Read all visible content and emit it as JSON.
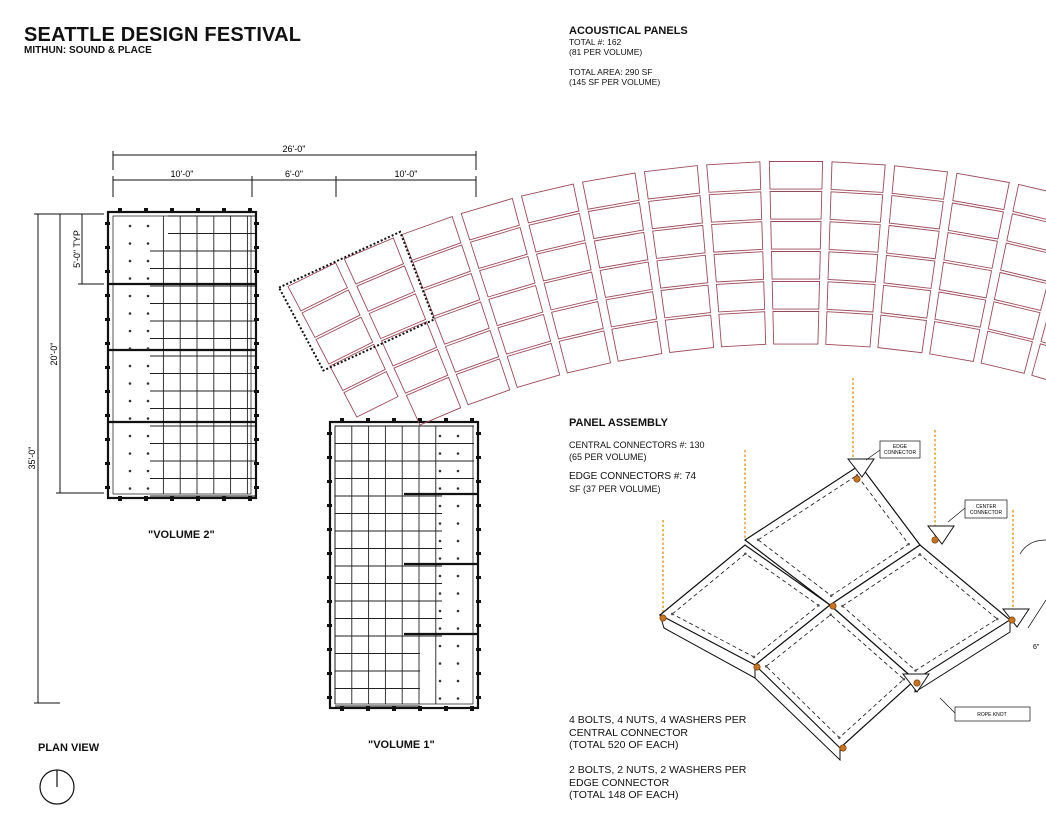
{
  "header": {
    "title": "SEATTLE DESIGN FESTIVAL",
    "subtitle": "MITHUN: SOUND & PLACE"
  },
  "plan": {
    "dim_overall": "26'-0\"",
    "dim_left": "10'-0\"",
    "dim_middle": "6'-0\"",
    "dim_right": "10'-0\"",
    "dim_height": "35'-0\"",
    "dim_module": "20'-0\"",
    "dim_typ": "5'-0\" TYP",
    "volume2_label": "\"VOLUME 2\"",
    "volume1_label": "\"VOLUME 1\"",
    "plan_view_label": "PLAN VIEW"
  },
  "acoustical": {
    "heading": "ACOUSTICAL PANELS",
    "total_count": "TOTAL #: 162",
    "per_volume_count": "(81 PER VOLUME)",
    "total_area": "TOTAL AREA: 290 SF",
    "per_volume_area": "(145 SF PER VOLUME)",
    "panel_color": "#9b4a5a"
  },
  "assembly": {
    "heading": "PANEL ASSEMBLY",
    "central_count": "CENTRAL CONNECTORS #: 130",
    "central_per_volume": "(65 PER VOLUME)",
    "edge_count": "EDGE CONNECTORS #: 74",
    "edge_per_volume": "SF (37 PER VOLUME)",
    "central_hardware_1": "4 BOLTS, 4 NUTS, 4 WASHERS PER",
    "central_hardware_2": "CENTRAL CONNECTOR",
    "central_hardware_3": "(TOTAL 520 OF EACH)",
    "edge_hardware_1": "2  BOLTS, 2 NUTS, 2 WASHERS PER",
    "edge_hardware_2": "EDGE CONNECTOR",
    "edge_hardware_3": "(TOTAL 148 OF EACH)",
    "tag_edge_1": "EDGE",
    "tag_edge_2": "CONNECTOR",
    "tag_center_1": "CENTER",
    "tag_center_2": "CONNECTOR",
    "tag_rope": "ROPE KNOT",
    "dim_six": "6\"",
    "rope_color": "#e8a33a",
    "connector_color": "#c9731f"
  }
}
